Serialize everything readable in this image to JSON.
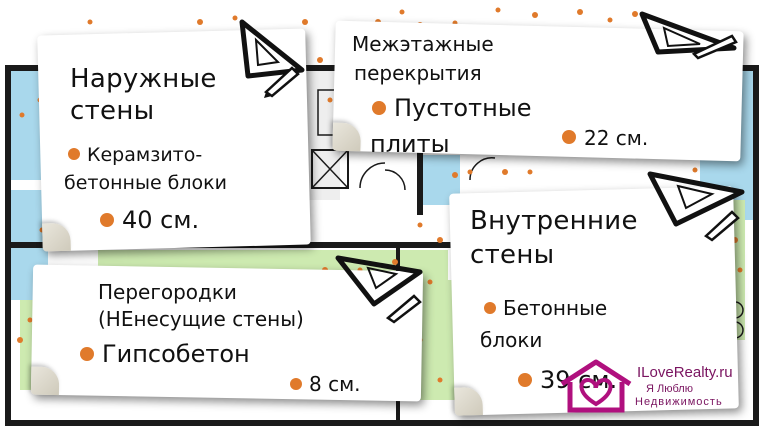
{
  "cards": {
    "outer_walls": {
      "title_line1": "Наружные",
      "title_line2": "стены",
      "material_line1": "Керамзито-",
      "material_line2": "бетонные блоки",
      "thickness": "40 см."
    },
    "floor_slabs": {
      "title_line1": "Межэтажные",
      "title_line2": "перекрытия",
      "material_line1": "Пустотные",
      "material_line2": "плиты",
      "thickness": "22 см."
    },
    "inner_walls": {
      "title_line1": "Внутренние",
      "title_line2": "стены",
      "material_line1": "Бетонные",
      "material_line2": "блоки",
      "thickness": "39 см."
    },
    "partitions": {
      "title_line1": "Перегородки",
      "title_line2": "(НЕнесущие стены)",
      "material": "Гипсобетон",
      "thickness": "8 см."
    }
  },
  "logo": {
    "site": "ILoveRealty.ru",
    "tagline1": "Я Люблю",
    "tagline2": "Недвижимость"
  },
  "colors": {
    "accent_orange": "#e07a2b",
    "plan_blue": "#a9d8ec",
    "plan_green": "#cdeab0",
    "logo_magenta": "#b0107e"
  }
}
